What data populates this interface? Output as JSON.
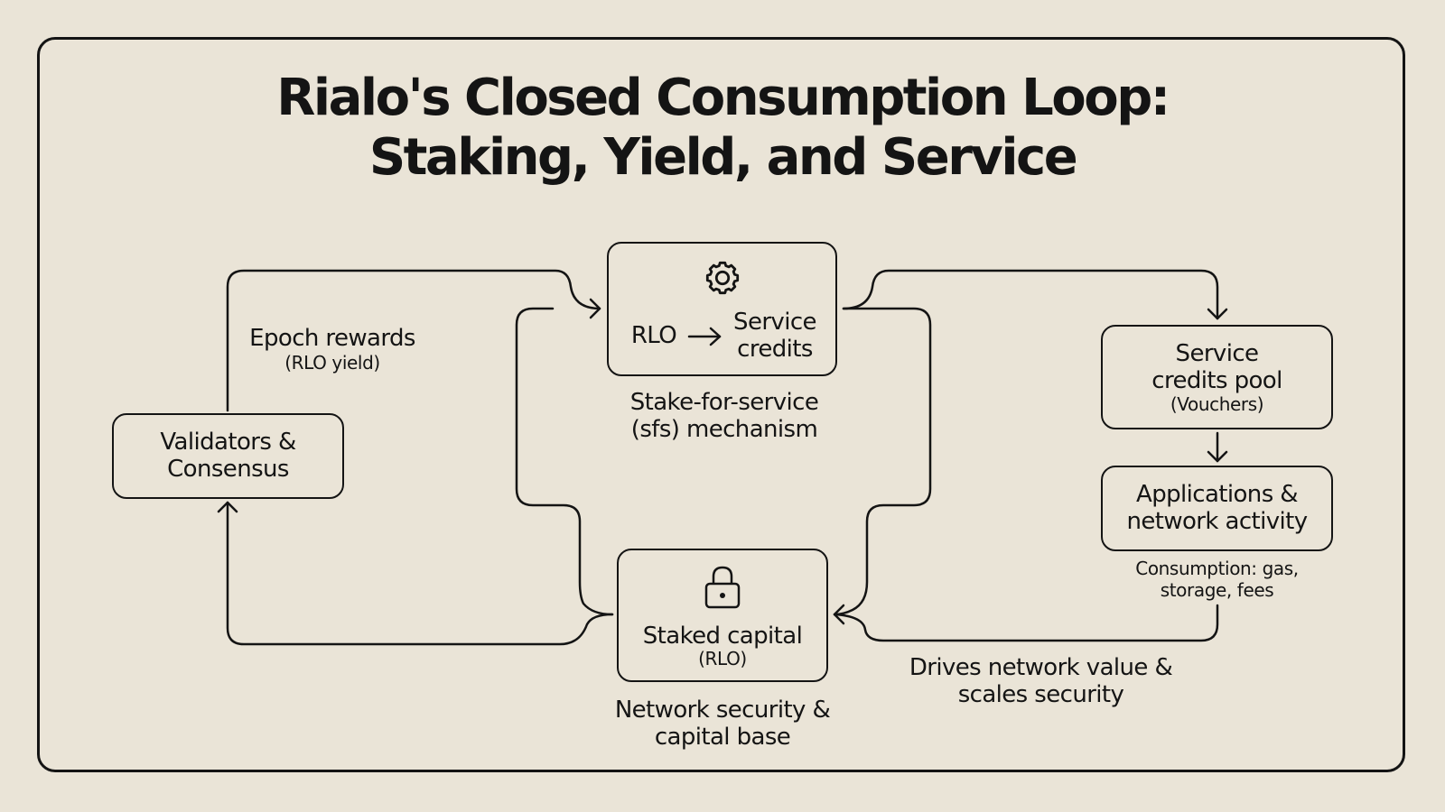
{
  "title": {
    "line1": "Rialo's Closed Consumption Loop:",
    "line2": "Staking, Yield, and Service"
  },
  "nodes": {
    "validators": {
      "line1": "Validators &",
      "line2": "Consensus"
    },
    "sfs": {
      "icon": "gear-icon",
      "from": "RLO",
      "to_line1": "Service",
      "to_line2": "credits",
      "caption_line1": "Stake-for-service",
      "caption_line2": "(sfs) mechanism"
    },
    "pool": {
      "line1": "Service",
      "line2": "credits pool",
      "sub": "(Vouchers)"
    },
    "apps": {
      "line1": "Applications &",
      "line2": "network activity",
      "caption_line1": "Consumption: gas,",
      "caption_line2": "storage, fees"
    },
    "staked": {
      "icon": "lock-icon",
      "label": "Staked capital",
      "sub": "(RLO)",
      "caption_line1": "Network security &",
      "caption_line2": "capital base"
    }
  },
  "edge_labels": {
    "epoch": {
      "main": "Epoch rewards",
      "sub": "(RLO yield)"
    },
    "drives": {
      "line1": "Drives network value &",
      "line2": "scales security"
    }
  },
  "colors": {
    "background": "#EAE4D7",
    "ink": "#141414"
  }
}
